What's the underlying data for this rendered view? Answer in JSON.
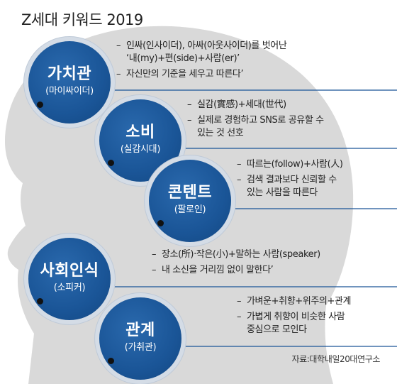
{
  "title": "Z세대 키워드 2019",
  "source": "자료:대학내일20대연구소",
  "colors": {
    "bubble": "#1a5597",
    "head": "#d9d9d9",
    "line": "#1a5597"
  },
  "keywords": [
    {
      "title": "가치관",
      "subtitle": "(마이싸이더)",
      "items": [
        {
          "lines": [
            "인싸(인사이더), 아싸(아웃사이더)를 벗어난",
            "‘내(my)+편(side)+사람(er)’"
          ]
        },
        {
          "lines": [
            "자신만의 기준을 세우고 따른다’"
          ]
        }
      ]
    },
    {
      "title": "소비",
      "subtitle": "(실감시대)",
      "items": [
        {
          "lines": [
            "실감(實感)+세대(世代)"
          ]
        },
        {
          "lines": [
            "실제로 경험하고 SNS로 공유할 수",
            "있는 것 선호"
          ]
        }
      ]
    },
    {
      "title": "콘텐트",
      "subtitle": "(팔로인)",
      "items": [
        {
          "lines": [
            "따르는(follow)+사람(人)"
          ]
        },
        {
          "lines": [
            "검색 결과보다 신뢰할 수",
            "있는 사람을 따른다"
          ]
        }
      ]
    },
    {
      "title": "사회인식",
      "subtitle": "(소피커)",
      "items": [
        {
          "lines": [
            "장소(所)·작은(小)+말하는 사람(speaker)"
          ]
        },
        {
          "lines": [
            "내 소신을 거리낌 없이 말한다’"
          ]
        }
      ]
    },
    {
      "title": "관계",
      "subtitle": "(가취관)",
      "items": [
        {
          "lines": [
            "가벼운+취향+위주의+관계"
          ]
        },
        {
          "lines": [
            "가볍게 취향이 비슷한 사람",
            "중심으로 모인다"
          ]
        }
      ]
    }
  ]
}
